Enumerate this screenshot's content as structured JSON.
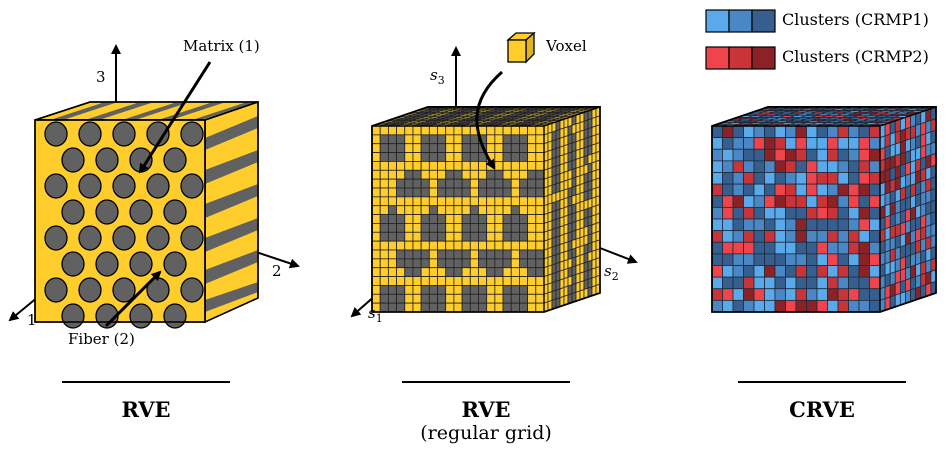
{
  "panel1": {
    "axis_labels": {
      "a1": "1",
      "a2": "2",
      "a3": "3"
    },
    "annotations": {
      "matrix": "Matrix (1)",
      "fiber": "Fiber (2)"
    },
    "caption": "RVE"
  },
  "panel2": {
    "axis_labels": {
      "s1": "s",
      "s1_sub": "1",
      "s2": "s",
      "s2_sub": "2",
      "s3": "s",
      "s3_sub": "3"
    },
    "annotations": {
      "voxel": "Voxel"
    },
    "caption": "RVE",
    "caption_sub": "(regular grid)"
  },
  "panel3": {
    "caption": "CRVE"
  },
  "legend": {
    "items": [
      {
        "label": "Clusters (CRMP1)",
        "colors": [
          "#5aa9ea",
          "#4a87c4",
          "#365f8f"
        ]
      },
      {
        "label": "Clusters (CRMP2)",
        "colors": [
          "#f0444c",
          "#c83438",
          "#8c2226"
        ]
      }
    ]
  },
  "colors": {
    "matrix": "#ffce2c",
    "fiber": "#616161",
    "edge": "#000000"
  }
}
